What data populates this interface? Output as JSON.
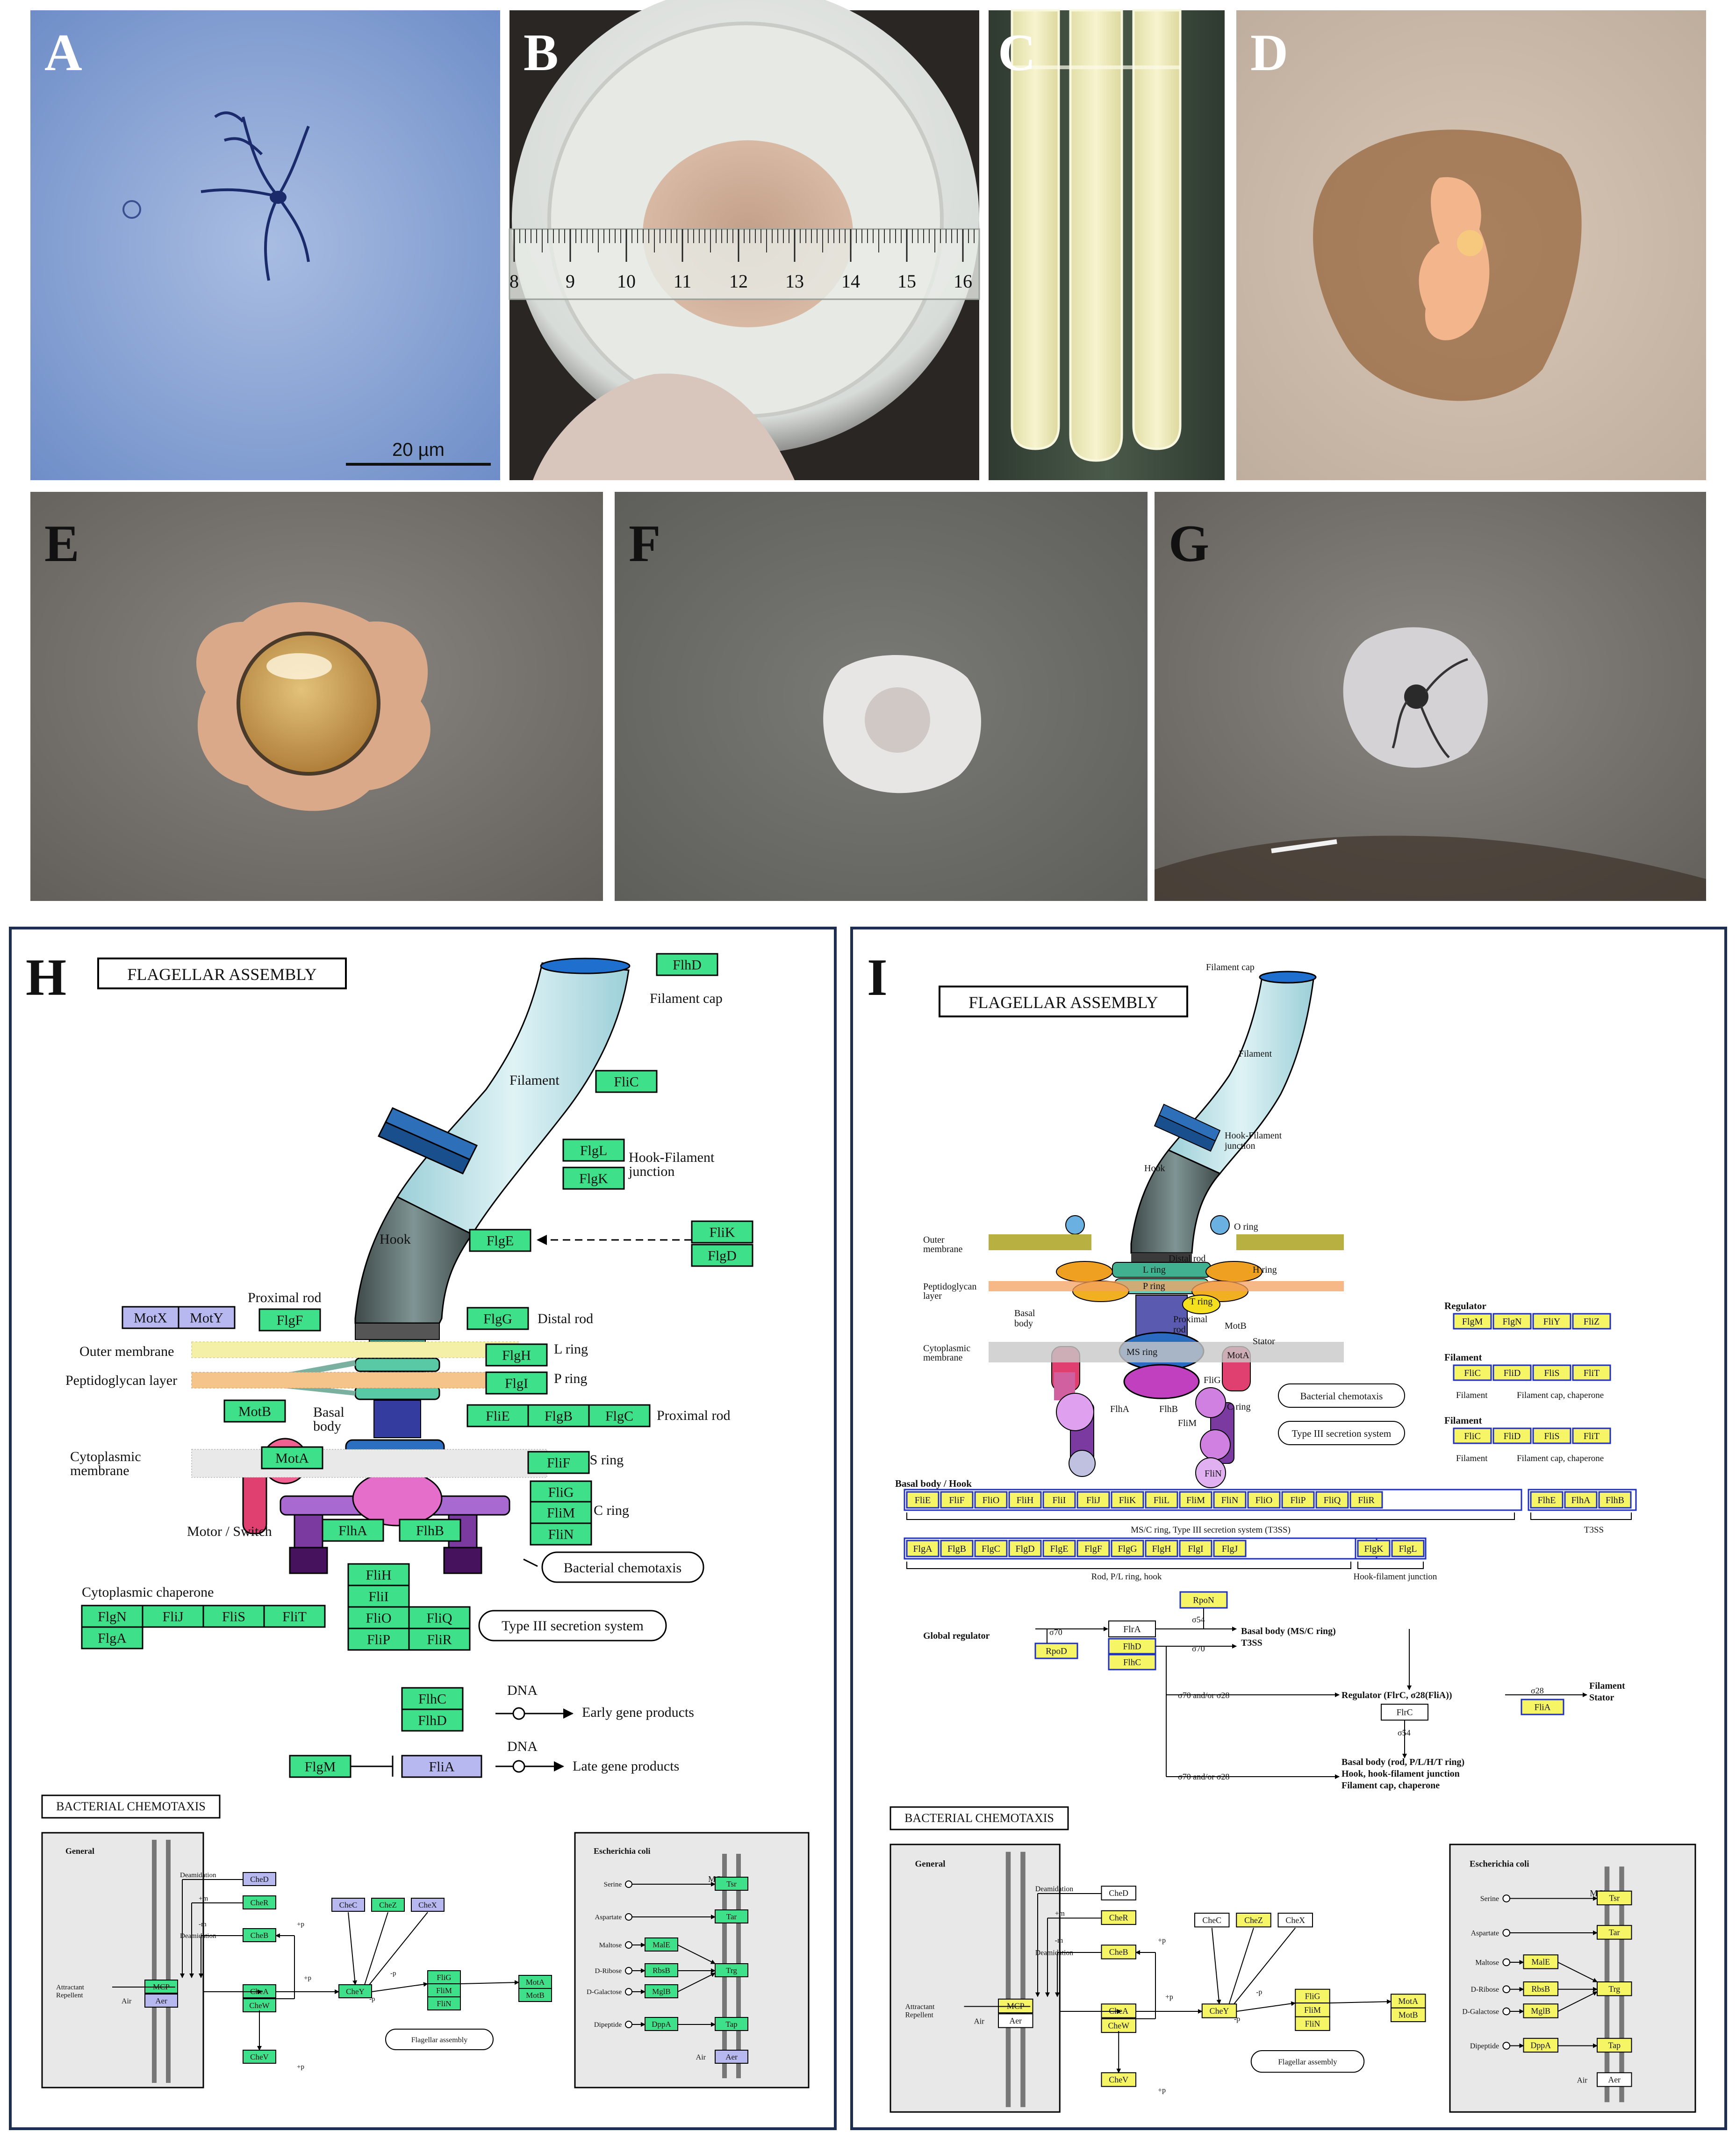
{
  "panels": {
    "A": {
      "letter": "A",
      "scale_bar": "20 µm"
    },
    "B": {
      "letter": "B",
      "ruler_ticks": [
        "8",
        "9",
        "10",
        "11",
        "12",
        "13",
        "14",
        "15",
        "16"
      ]
    },
    "C": {
      "letter": "C"
    },
    "D": {
      "letter": "D"
    },
    "E": {
      "letter": "E"
    },
    "F": {
      "letter": "F"
    },
    "G": {
      "letter": "G"
    }
  },
  "colors": {
    "green_box": "#3ee08a",
    "purple_box": "#b8b8f0",
    "yellow_box": "#f5f566",
    "panel_border": "#1c2e52"
  },
  "H": {
    "letter": "H",
    "title": "FLAGELLAR  ASSEMBLY",
    "structure_labels": {
      "filament_cap": "Filament cap",
      "filament": "Filament",
      "hook_filament_junction_1": "Hook-Filament",
      "hook_filament_junction_2": "junction",
      "hook": "Hook",
      "proximal_rod_top": "Proximal rod",
      "distal_rod": "Distal rod",
      "outer_membrane": "Outer membrane",
      "l_ring": "L ring",
      "peptidoglycan_layer": "Peptidoglycan layer",
      "p_ring": "P ring",
      "basal_body_1": "Basal",
      "basal_body_2": "body",
      "proximal_rod": "Proximal rod",
      "cytoplasmic_membrane_1": "Cytoplasmic",
      "cytoplasmic_membrane_2": "membrane",
      "ms_ring": "MS ring",
      "c_ring": "C ring",
      "motor_switch": "Motor / Switch",
      "bacterial_chemotaxis": "Bacterial chemotaxis",
      "cytoplasmic_chaperone": "Cytoplasmic chaperone",
      "type3": "Type III secretion system",
      "dna1": "DNA",
      "dna2": "DNA",
      "early": "Early gene products",
      "late": "Late gene products"
    },
    "genes": {
      "FlhD": "FlhD",
      "FliC": "FliC",
      "FlgL": "FlgL",
      "FlgK": "FlgK",
      "FliK": "FliK",
      "FlgD": "FlgD",
      "FlgE": "FlgE",
      "MotX": "MotX",
      "MotY": "MotY",
      "FlgF": "FlgF",
      "FlgG": "FlgG",
      "FlgH": "FlgH",
      "FlgI": "FlgI",
      "MotB": "MotB",
      "FliE": "FliE",
      "FlgB": "FlgB",
      "FlgC": "FlgC",
      "MotA": "MotA",
      "FliF": "FliF",
      "FliG": "FliG",
      "FliM": "FliM",
      "FliN": "FliN",
      "FlhA": "FlhA",
      "FlhB": "FlhB",
      "FliH": "FliH",
      "FliI": "FliI",
      "FliO": "FliO",
      "FliQ": "FliQ",
      "FliP": "FliP",
      "FliR": "FliR",
      "FlgN": "FlgN",
      "FliJ": "FliJ",
      "FliS": "FliS",
      "FliT": "FliT",
      "FlgA": "FlgA",
      "FlhC": "FlhC",
      "FlhD2": "FlhD",
      "FlgM": "FlgM",
      "FliA": "FliA"
    },
    "chemotaxis": {
      "title": "BACTERIAL  CHEMOTAXIS",
      "general": "General",
      "ecoli": "Escherichia coli",
      "mcps": "MCPs",
      "deamidation": "Deamidation",
      "plus_m": "+m",
      "minus_m": "-m",
      "deamidation2": "Deamidation",
      "attractant": "Attractant",
      "repellent": "Repellent",
      "air": "Air",
      "plus_p": "+p",
      "minus_p": "-p",
      "flagellar_assembly": "Flagellar assembly",
      "serine": "Serine",
      "aspartate": "Aspartate",
      "maltose": "Maltose",
      "d_ribose": "D-Ribose",
      "d_galactose": "D-Galactose",
      "dipeptide": "Dipeptide",
      "air2": "Air",
      "boxes": {
        "CheD": "CheD",
        "CheR": "CheR",
        "CheB": "CheB",
        "MCP": "MCP",
        "Aer": "Aer",
        "CheA": "CheA",
        "CheW": "CheW",
        "CheV": "CheV",
        "CheY": "CheY",
        "CheC": "CheC",
        "CheZ": "CheZ",
        "CheX": "CheX",
        "FliG": "FliG",
        "FliM": "FliM",
        "FliN": "FliN",
        "MotA": "MotA",
        "MotB": "MotB",
        "Tsr": "Tsr",
        "Tar": "Tar",
        "MalE": "MalE",
        "RbsB": "RbsB",
        "MglB": "MglB",
        "Trg": "Trg",
        "DppA": "DppA",
        "Tap": "Tap",
        "Aer2": "Aer"
      }
    }
  },
  "I": {
    "letter": "I",
    "title": "FLAGELLAR  ASSEMBLY",
    "structure_labels": {
      "filament_cap": "Filament cap",
      "filament": "Filament",
      "hook_filament_1": "Hook-Filament",
      "hook_filament_2": "junction",
      "hook": "Hook",
      "o_ring": "O ring",
      "outer_membrane_1": "Outer",
      "outer_membrane_2": "membrane",
      "distal_rod": "Distal rod",
      "l_ring": "L ring",
      "h_ring": "H ring",
      "peptidoglycan_1": "Peptidoglycan",
      "peptidoglycan_2": "layer",
      "p_ring": "P ring",
      "t_ring": "T ring",
      "basal_1": "Basal",
      "basal_2": "body",
      "proximal_rod_1": "Proximal",
      "proximal_rod_2": "rod",
      "motb": "MotB",
      "stator": "Stator",
      "cytoplasmic_1": "Cytoplasmic",
      "cytoplasmic_2": "membrane",
      "ms_ring": "MS ring",
      "mota": "MotA",
      "flha": "FlhA",
      "flhb": "FlhB",
      "flig": "FliG",
      "flim": "FliM",
      "c_ring": "C ring",
      "flin": "FliN",
      "bacterial_chemotaxis": "Bacterial chemotaxis",
      "type3": "Type III secretion system"
    },
    "regulator_block": {
      "regulator": "Regulator",
      "reg_genes": [
        "FlgM",
        "FlgN",
        "FliY",
        "FliZ"
      ],
      "filament1": "Filament",
      "fil1_genes": [
        "FliC",
        "FliD",
        "FliS",
        "FliT"
      ],
      "fil1_sub1": "Filament",
      "fil1_sub2": "Filament cap, chaperone",
      "filament2": "Filament",
      "fil2_genes": [
        "FliC",
        "FliD",
        "FliS",
        "FliT"
      ],
      "fil2_sub1": "Filament",
      "fil2_sub2": "Filament cap, chaperone"
    },
    "basal_hook": {
      "title": "Basal body / Hook",
      "row1": [
        "FliE",
        "FliF",
        "FliO",
        "FliH",
        "FliI",
        "FliJ",
        "FliK",
        "FliL",
        "FliM",
        "FliN",
        "FliO",
        "FliP",
        "FliQ",
        "FliR"
      ],
      "row1b": [
        "FlhE",
        "FlhA",
        "FlhB"
      ],
      "row1_caption": "MS/C ring, Type III secretion system (T3SS)",
      "row1b_caption": "T3SS",
      "row2": [
        "FlgA",
        "FlgB",
        "FlgC",
        "FlgD",
        "FlgE",
        "FlgF",
        "FlgG",
        "FlgH",
        "FlgI",
        "FlgJ"
      ],
      "row2b": [
        "FlgK",
        "FlgL"
      ],
      "row2_caption": "Rod, P/L ring, hook",
      "row2b_caption": "Hook-filament junction"
    },
    "regulation": {
      "global_regulator": "Global regulator",
      "s70a": "σ70",
      "rpod": "RpoD",
      "flra": "FlrA",
      "rpon": "RpoN",
      "s54a": "σ54",
      "flhd": "FlhD",
      "flhc": "FlhC",
      "s70b": "σ70",
      "basal_msc": "Basal body (MS/C ring)",
      "t3ss": "T3SS",
      "s70_28a": "σ70 and/or σ28",
      "regulator_text": "Regulator (FlrC, σ28(FliA))",
      "flrc": "FlrC",
      "s54b": "σ54",
      "s28": "σ28",
      "filament": "Filament",
      "stator": "Stator",
      "flia": "FliA",
      "s70_28b": "σ70 and/or σ28",
      "basal_rod_1": "Basal body (rod, P/L/H/T ring)",
      "basal_rod_2": "Hook, hook-filament junction",
      "basal_rod_3": "Filament cap, chaperone"
    },
    "chemotaxis": {
      "title": "BACTERIAL  CHEMOTAXIS",
      "general": "General",
      "ecoli": "Escherichia coli",
      "mcps": "MCPs",
      "deamidation": "Deamidation",
      "plus_m": "+m",
      "minus_m": "-m",
      "deamidation2": "Deamidation",
      "attractant": "Attractant",
      "repellent": "Repellent",
      "air": "Air",
      "plus_p": "+p",
      "minus_p": "-p",
      "flagellar_assembly": "Flagellar assembly",
      "serine": "Serine",
      "aspartate": "Aspartate",
      "maltose": "Maltose",
      "d_ribose": "D-Ribose",
      "d_galactose": "D-Galactose",
      "dipeptide": "Dipeptide",
      "air2": "Air",
      "boxes": {
        "CheD": "CheD",
        "CheR": "CheR",
        "CheB": "CheB",
        "MCP": "MCP",
        "Aer": "Aer",
        "CheA": "CheA",
        "CheW": "CheW",
        "CheV": "CheV",
        "CheY": "CheY",
        "CheC": "CheC",
        "CheZ": "CheZ",
        "CheX": "CheX",
        "FliG": "FliG",
        "FliM": "FliM",
        "FliN": "FliN",
        "MotA": "MotA",
        "MotB": "MotB",
        "Tsr": "Tsr",
        "Tar": "Tar",
        "MalE": "MalE",
        "RbsB": "RbsB",
        "MglB": "MglB",
        "Trg": "Trg",
        "DppA": "DppA",
        "Tap": "Tap",
        "Aer2": "Aer"
      }
    }
  }
}
